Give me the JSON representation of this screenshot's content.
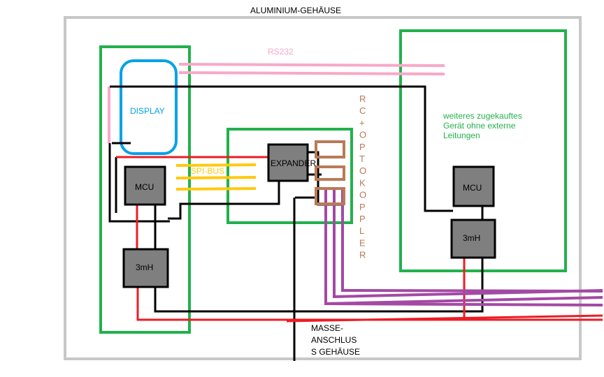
{
  "labels": {
    "housing": "ALUMINIUM-GEHÄUSE",
    "rs232": "RS232",
    "display": "DISPLAY",
    "spi_bus": "SPI-BUS",
    "expander": "EXPANDER",
    "mcu_left": "MCU",
    "mcu_right": "MCU",
    "inductor_left": "3mH",
    "inductor_right": "3mH",
    "rc_optokoppler": [
      "R",
      "C",
      "+",
      "O",
      "P",
      "T",
      "O",
      "K",
      "O",
      "P",
      "P",
      "L",
      "E",
      "R"
    ],
    "device_text": [
      "weiteres zugekauftes",
      "Gerät ohne externe",
      "Leitungen"
    ],
    "ground_text": [
      "MASSE-",
      "ANSCHLUS",
      "S GEHÄUSE"
    ]
  },
  "colors": {
    "housing": "#c8c8c8",
    "board": "#22b14c",
    "display": "#00a2e8",
    "rs232": "#f7a8c8",
    "spi": "#ffc90e",
    "component": "#7f7f7f",
    "power": "#ed1c24",
    "signal": "#a349a4",
    "optocoupler": "#b97a57",
    "ground": "#000000"
  }
}
